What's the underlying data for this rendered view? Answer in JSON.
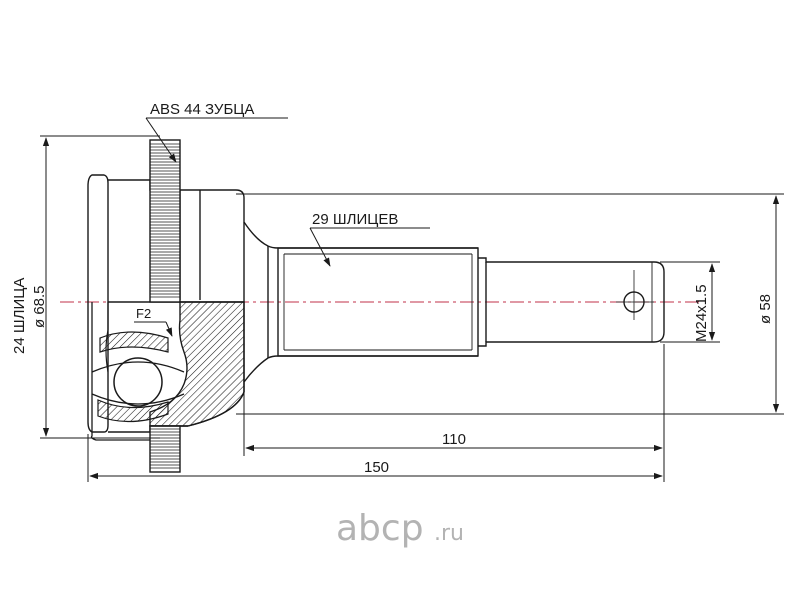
{
  "labels": {
    "abs_teeth": "ABS 44 ЗУБЦА",
    "outer_splines": "29 ШЛИЦЕВ",
    "inner_splines": "24 ШЛИЦА",
    "outer_diameter": "ø 68.5",
    "thread": "M24x1.5",
    "shaft_diameter": "ø 58",
    "f2": "F2"
  },
  "dimensions": {
    "length_shaft": "110",
    "length_total": "150"
  },
  "watermark": {
    "name": "abcp",
    "domain": ".ru"
  },
  "colors": {
    "line": "#1a1a1a",
    "dim": "#c0304a",
    "center": "#c0304a",
    "watermark": "#b3b3b3"
  }
}
